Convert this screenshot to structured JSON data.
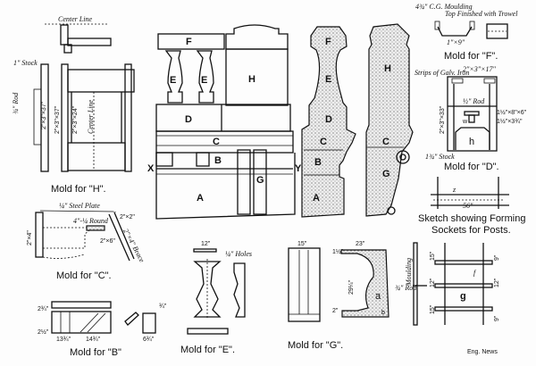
{
  "captions": {
    "mold_h": "Mold for \"H\".",
    "mold_c": "Mold for \"C\".",
    "mold_b": "Mold for \"B\"",
    "mold_e": "Mold for \"E\".",
    "mold_g": "Mold for \"G\".",
    "mold_f": "Mold for \"F\".",
    "mold_d": "Mold for \"D\".",
    "sketch_line1": "Sketch showing Forming",
    "sketch_line2": "Sockets for Posts.",
    "credit": "Eng. News"
  },
  "elevation_labels": {
    "F": "F",
    "E1": "E",
    "E2": "E",
    "H": "H",
    "D": "D",
    "C": "C",
    "B": "B",
    "A": "A",
    "G": "G",
    "X": "X",
    "Y": "Y"
  },
  "section_labels": {
    "F": "F",
    "E": "E",
    "D": "D",
    "C": "C",
    "B": "B",
    "A": "A",
    "H": "H",
    "C2": "C",
    "G": "G"
  },
  "annotations": {
    "center_line_top": "Center Line",
    "stock_1in": "1\" Stock",
    "rod_h": "¾\" Rod",
    "dim_h1": "2\"×3\"×37\"",
    "dim_h2": "2\"×3\"×24\"",
    "center_line_side": "Center Line",
    "dim_h3": "2\"×3\"×37\"",
    "steel_plate": "¼\" Steel Plate",
    "round": "4\"-¼ Round",
    "dim_2x2": "2\"×2\"",
    "dim_2x6": "2\"×6\"",
    "dim_2x4": "2\"×4\"",
    "brace": "2\"×4\" Brace",
    "b_dim1": "13¾\"",
    "b_dim2": "14¾\"",
    "b_dim3": "6¾\"",
    "b_dim4": "2¾\"",
    "b_dim5": "2½\"",
    "b_dim6": "¾\"",
    "e_dim": "12\"",
    "e_holes": "¼\" Holes",
    "g_dim1": "15\"",
    "g_dim2": "23\"",
    "g_dim3": "29¼\"",
    "g_dim4": "1½\"",
    "g_dim5": "2\"",
    "g_a": "a",
    "g_b": "b",
    "f_moulding": "4¾\" C.G. Moulding",
    "f_trowel": "Top Finished with Trowel",
    "f_dim": "1\"×9\"",
    "d_strips": "Strips of Galv. Iron",
    "d_dim_top": "2\"×3\"×17\"",
    "d_rod": "½\" Rod",
    "d_dim1": "1½\"×8\"×6\"",
    "d_dim2": "1½\"×3¾\"",
    "d_w": "w",
    "d_h": "h",
    "d_side": "2\"×3\"×33\"",
    "d_stock": "1¾\" Stock",
    "sk_z": "z",
    "sk_56": "56\"",
    "post_moulding": "Moulding",
    "post_rod": "¾\" Rod",
    "post_f": "f",
    "post_g": "g",
    "post_15a": "15\"",
    "post_12a": "12\"",
    "post_15b": "15\"",
    "post_9a": "9\"",
    "post_12b": "12\"",
    "post_9b": "9\""
  }
}
